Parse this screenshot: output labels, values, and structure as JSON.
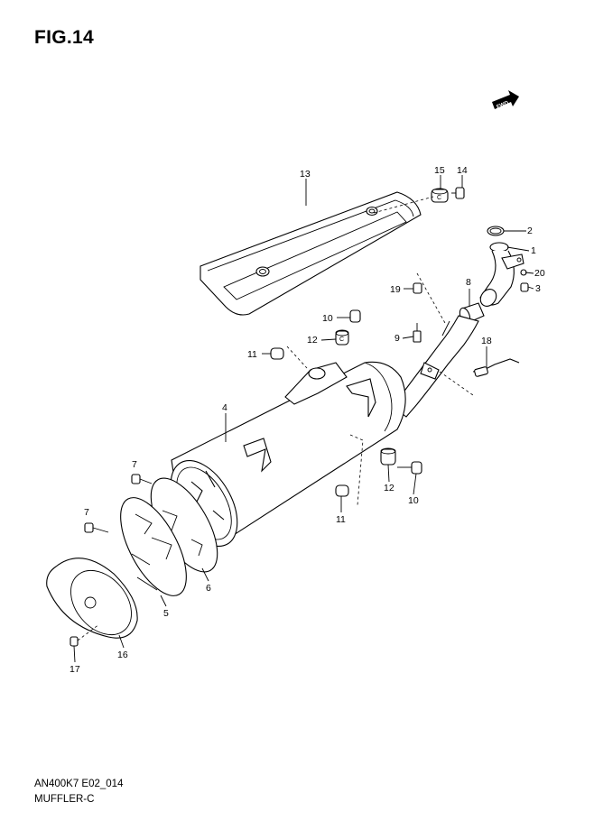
{
  "figure": {
    "title": "FIG.14",
    "code": "AN400K7 E02_014",
    "name": "MUFFLER-C"
  },
  "fwd_badge": "FWD",
  "parts": [
    {
      "id": "p13a",
      "label": "13"
    },
    {
      "id": "p15",
      "label": "15"
    },
    {
      "id": "p14",
      "label": "14"
    },
    {
      "id": "p2",
      "label": "2"
    },
    {
      "id": "p1",
      "label": "1"
    },
    {
      "id": "p20",
      "label": "20"
    },
    {
      "id": "p3",
      "label": "3"
    },
    {
      "id": "p19",
      "label": "19"
    },
    {
      "id": "p8",
      "label": "8"
    },
    {
      "id": "p10a",
      "label": "10"
    },
    {
      "id": "p12a",
      "label": "12"
    },
    {
      "id": "p9",
      "label": "9"
    },
    {
      "id": "p18",
      "label": "18"
    },
    {
      "id": "p11a",
      "label": "11"
    },
    {
      "id": "p4",
      "label": "4"
    },
    {
      "id": "p7a",
      "label": "7"
    },
    {
      "id": "p12b",
      "label": "12"
    },
    {
      "id": "p10b",
      "label": "10"
    },
    {
      "id": "p11b",
      "label": "11"
    },
    {
      "id": "p7b",
      "label": "7"
    },
    {
      "id": "p6",
      "label": "6"
    },
    {
      "id": "p5",
      "label": "5"
    },
    {
      "id": "p16",
      "label": "16"
    },
    {
      "id": "p17",
      "label": "17"
    }
  ]
}
